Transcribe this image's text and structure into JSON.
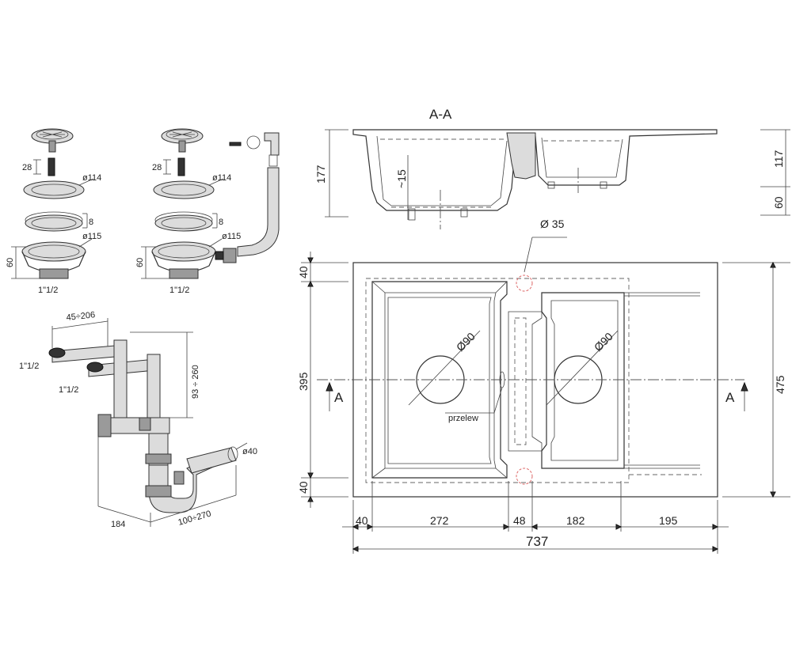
{
  "section": {
    "title": "A-A",
    "depth_total": "177",
    "depth_right_1": "117",
    "depth_right_2": "60",
    "radius": "~15"
  },
  "plan": {
    "overflow_hole": "Ø 35",
    "drain_left": "Ø90",
    "drain_right": "Ø90",
    "overflow_label": "przelew",
    "section_mark_left": "A",
    "section_mark_right": "A",
    "height_total": "475",
    "height_bowl": "395",
    "margin_top": "40",
    "margin_bottom": "40",
    "widths": [
      "40",
      "272",
      "48",
      "182",
      "195"
    ],
    "width_total": "737"
  },
  "strainers": {
    "screw_len": "28",
    "dia_top": "ø114",
    "ring": "8",
    "dia_body": "ø115",
    "height": "60",
    "thread": "1\"1/2"
  },
  "siphon": {
    "spacing": "45÷206",
    "height_range": "93 ÷ 260",
    "inlet_left": "1\"1/2",
    "inlet_right": "1\"1/2",
    "outlet": "ø40",
    "depth": "184",
    "reach": "100÷270"
  }
}
